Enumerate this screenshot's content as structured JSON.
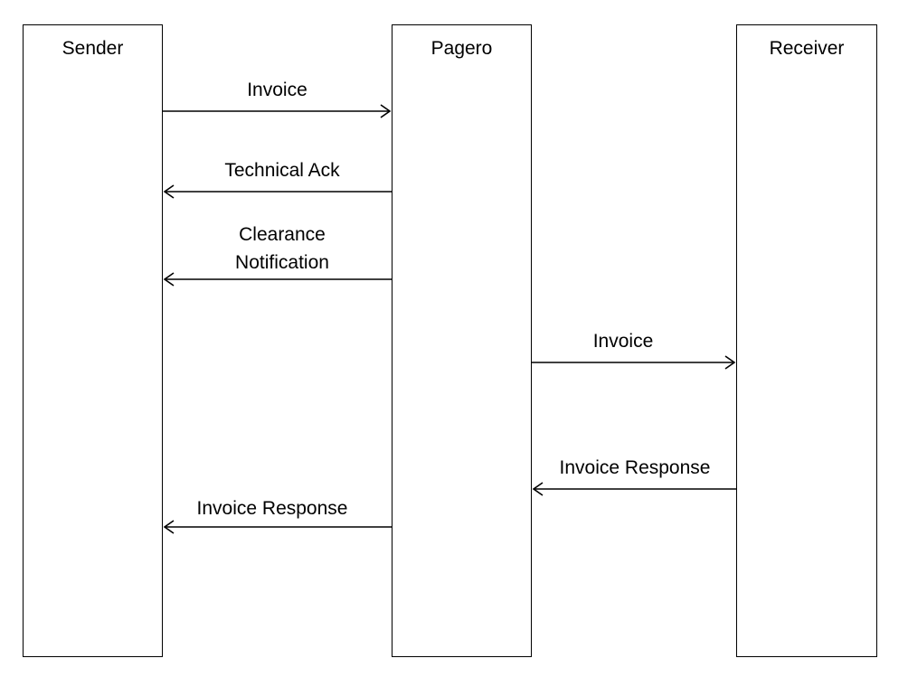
{
  "lifelines": {
    "sender": "Sender",
    "pagero": "Pagero",
    "receiver": "Receiver"
  },
  "messages": [
    {
      "label": "Invoice",
      "from": "Sender",
      "to": "Pagero"
    },
    {
      "label": "Technical Ack",
      "from": "Pagero",
      "to": "Sender"
    },
    {
      "label_line1": "Clearance",
      "label_line2": "Notification",
      "from": "Pagero",
      "to": "Sender"
    },
    {
      "label": "Invoice",
      "from": "Pagero",
      "to": "Receiver"
    },
    {
      "label": "Invoice Response",
      "from": "Receiver",
      "to": "Pagero"
    },
    {
      "label": "Invoice Response",
      "from": "Pagero",
      "to": "Sender"
    }
  ],
  "colors": {
    "stroke": "#000000",
    "background": "#ffffff"
  }
}
